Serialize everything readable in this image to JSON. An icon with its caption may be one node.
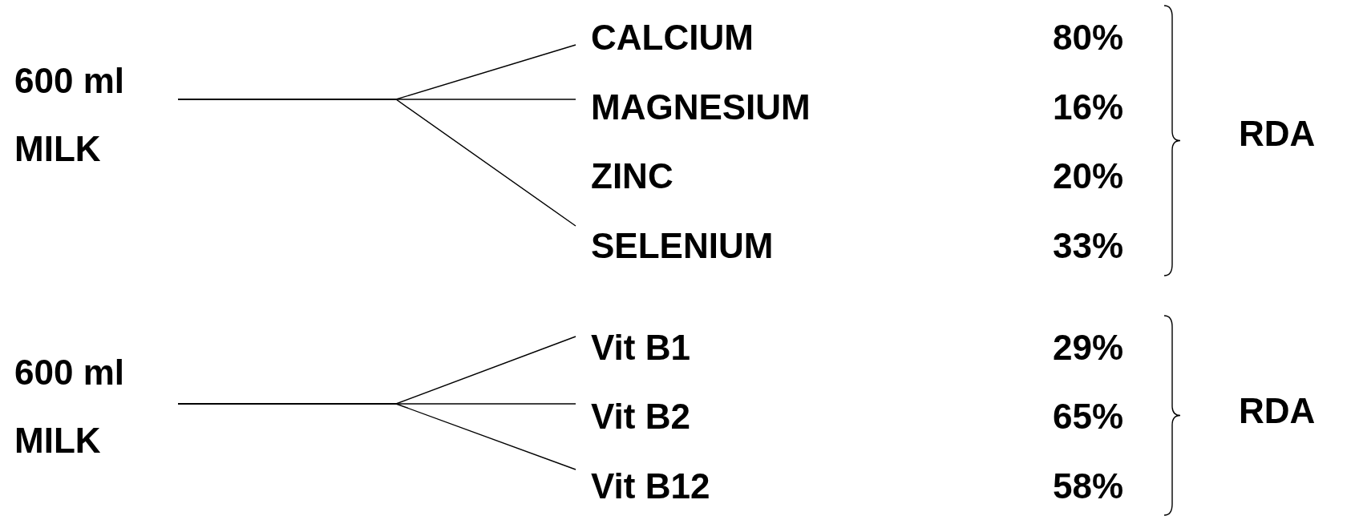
{
  "diagram": {
    "nodes": [
      {
        "text": [
          "600 ml MILK"
        ]
      },
      {
        "text": [
          "CALCIUM"
        ]
      },
      {
        "text": [
          "MAGNESIUM"
        ]
      },
      {
        "text": [
          "ZINC"
        ]
      },
      {
        "text": [
          "SELENIUM"
        ]
      },
      {
        "text": [
          "600 ml MILK"
        ]
      },
      {
        "text": [
          "Vit B1"
        ]
      },
      {
        "text": [
          "Vit B2"
        ]
      },
      {
        "text": [
          "Vit B12"
        ]
      }
    ],
    "edges": [
      {
        "from": 0,
        "to": 1,
        "arrow": "none"
      },
      {
        "from": 0,
        "to": 2,
        "arrow": "none"
      },
      {
        "from": 0,
        "to": 4,
        "arrow": "none"
      },
      {
        "from": 5,
        "to": 6,
        "arrow": "none"
      },
      {
        "from": 5,
        "to": 7,
        "arrow": "none"
      },
      {
        "from": 5,
        "to": 8,
        "arrow": "none"
      }
    ],
    "labels": [
      "80%",
      "16%",
      "RDA",
      "20%",
      "33%",
      "29%",
      "65%",
      "RDA",
      "58%"
    ]
  }
}
